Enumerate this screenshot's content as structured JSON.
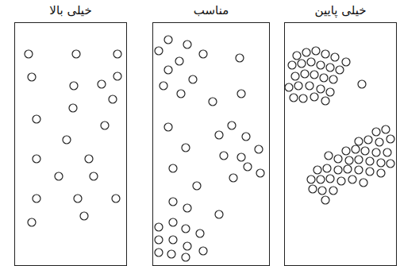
{
  "diagram": {
    "nodes": [
      {
        "text": [
          "خیلی پایین"
        ]
      },
      {
        "text": [
          "مناسب"
        ]
      },
      {
        "text": [
          "خیلی بالا"
        ]
      }
    ]
  }
}
